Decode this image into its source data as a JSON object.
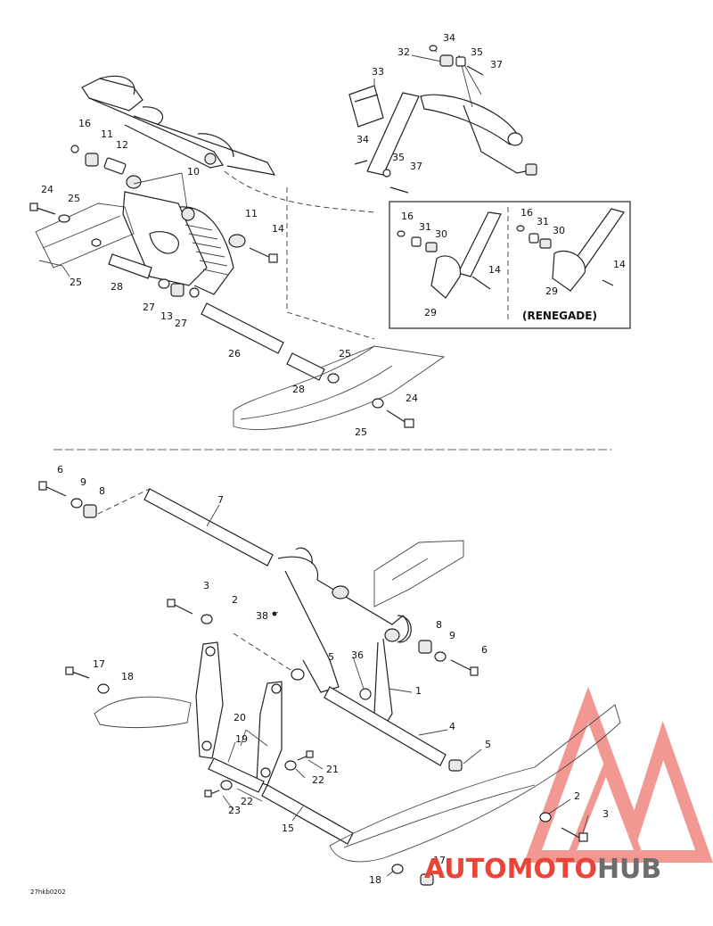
{
  "callouts": {
    "c34a": "34",
    "c32": "32",
    "c35a": "35",
    "c37a": "37",
    "c33": "33",
    "c34b": "34",
    "c35b": "35",
    "c37b": "37",
    "c16a": "16",
    "c11a": "11",
    "c12": "12",
    "c10": "10",
    "c24a": "24",
    "c25a": "25",
    "c11b": "11",
    "c14a": "14",
    "c25b": "25",
    "c28a": "28",
    "c27a": "27",
    "c13": "13",
    "c27b": "27",
    "c26": "26",
    "c25c": "25",
    "c28b": "28",
    "c24b": "24",
    "c25d": "25",
    "c16b": "16",
    "c31a": "31",
    "c30a": "30",
    "c14b": "14",
    "c29a": "29",
    "c16c": "16",
    "c31b": "31",
    "c30b": "30",
    "c14c": "14",
    "c29b": "29",
    "c6a": "6",
    "c9a": "9",
    "c8a": "8",
    "c7": "7",
    "c3a": "3",
    "c2a": "2",
    "c38": "38",
    "c36": "36",
    "c5a": "5",
    "c1": "1",
    "c8b": "8",
    "c9b": "9",
    "c6b": "6",
    "c4": "4",
    "c5b": "5",
    "c17a": "17",
    "c18a": "18",
    "c20": "20",
    "c19": "19",
    "c21": "21",
    "c22a": "22",
    "c22b": "22",
    "c23": "23",
    "c15": "15",
    "c2b": "2",
    "c3b": "3",
    "c17b": "17",
    "c18b": "18"
  },
  "inset_label": "(RENEGADE)",
  "drawing_code": "27hkb0202",
  "watermark": {
    "part_a": "AUTOMOTO",
    "part_b": "HUB"
  },
  "colors": {
    "watermark_red": "#e8443a",
    "watermark_gray": "#6d6d6d",
    "line": "#222222"
  }
}
